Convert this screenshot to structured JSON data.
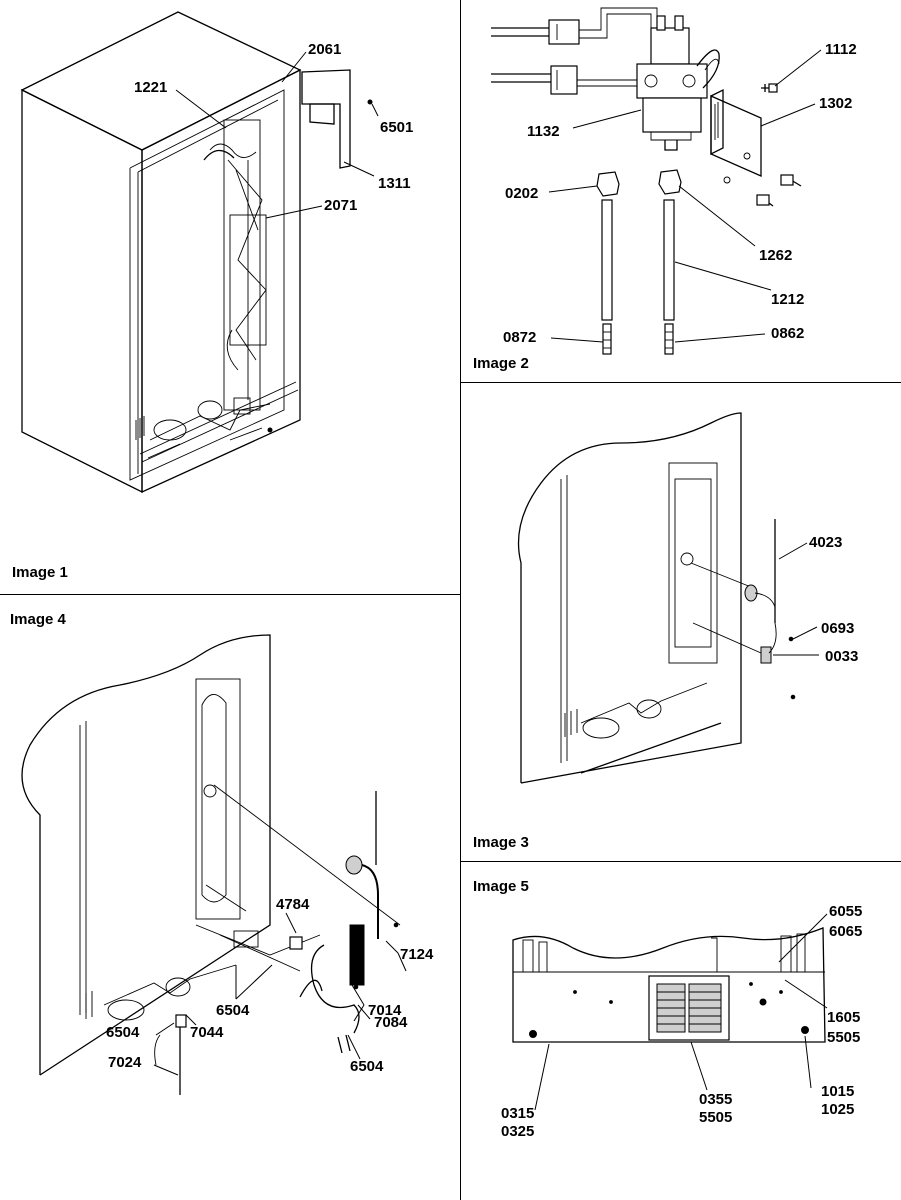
{
  "sheet": {
    "images": [
      {
        "id": "image-1",
        "caption": "Image 1",
        "labels": [
          "2061",
          "1221",
          "6501",
          "1311",
          "2071"
        ]
      },
      {
        "id": "image-2",
        "caption": "Image 2",
        "labels": [
          "1112",
          "1302",
          "1132",
          "0202",
          "1262",
          "1212",
          "0872",
          "0862"
        ]
      },
      {
        "id": "image-3",
        "caption": "Image 3",
        "labels": [
          "4023",
          "0693",
          "0033"
        ]
      },
      {
        "id": "image-4",
        "caption": "Image 4",
        "labels": [
          "4784",
          "7124",
          "6504",
          "7014",
          "6504",
          "7044",
          "7084",
          "7024",
          "6504"
        ]
      },
      {
        "id": "image-5",
        "caption": "Image 5",
        "labels": [
          "6055",
          "6065",
          "1605",
          "5505",
          "0355",
          "5505",
          "1015",
          "1025",
          "0315",
          "0325"
        ]
      }
    ]
  }
}
